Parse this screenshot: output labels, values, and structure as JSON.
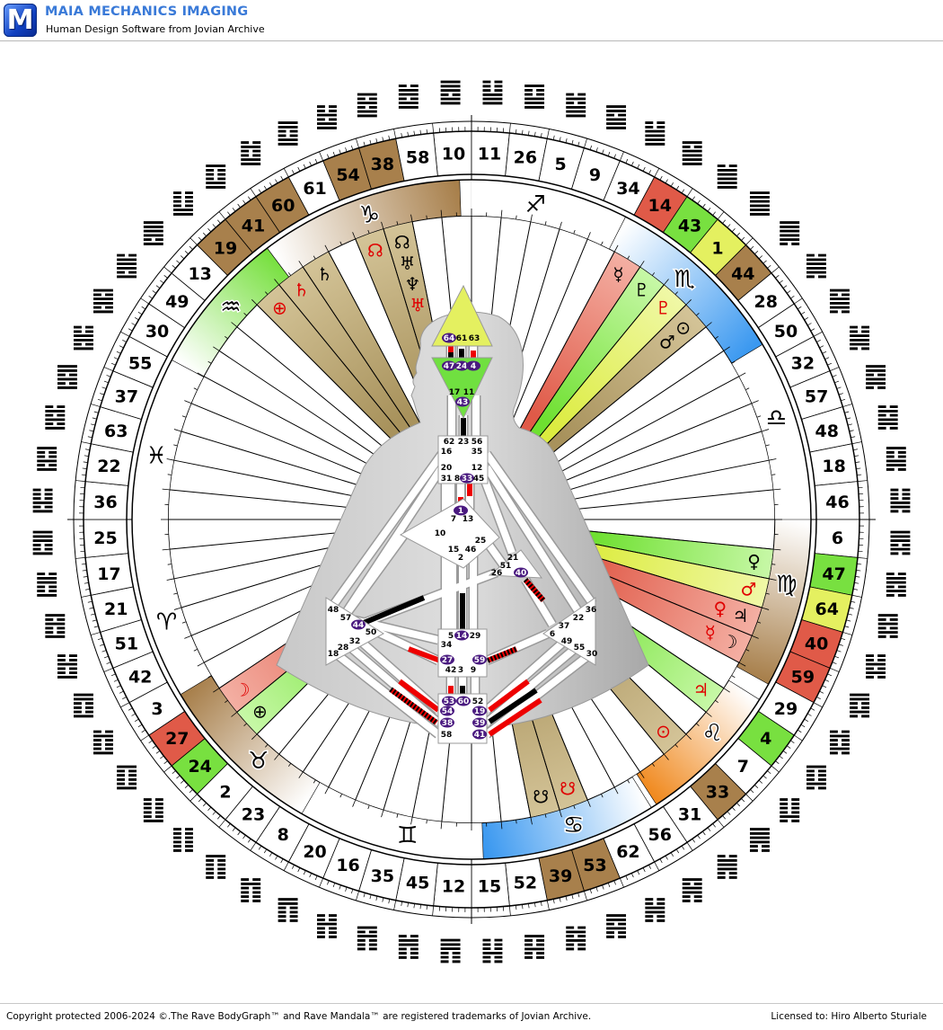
{
  "header": {
    "logo_letter": "M",
    "title": "MAIA MECHANICS IMAGING",
    "subtitle": "Human Design Software from Jovian Archive"
  },
  "footer": {
    "copyright": "Copyright protected 2006-2024 ©.The Rave BodyGraph™ and Rave Mandala™ are registered trademarks of Jovian Archive.",
    "licensed": "Licensed to: Hiro Alberto Sturiale"
  },
  "colors": {
    "red": "#e05a48",
    "green": "#78e040",
    "yellow": "#e4f060",
    "brown": "#a8804c",
    "tan": "#c2ae80",
    "purple": "#4a1a80",
    "blue": "#3a98f0",
    "orange": "#f08a20"
  },
  "mandala": {
    "gates": [
      {
        "n": 10
      },
      {
        "n": 11
      },
      {
        "n": 26
      },
      {
        "n": 5
      },
      {
        "n": 9
      },
      {
        "n": 34
      },
      {
        "n": 14,
        "c": "red"
      },
      {
        "n": 43,
        "c": "green"
      },
      {
        "n": 1,
        "c": "yellow"
      },
      {
        "n": 44,
        "c": "brown"
      },
      {
        "n": 28
      },
      {
        "n": 50
      },
      {
        "n": 32
      },
      {
        "n": 57
      },
      {
        "n": 48
      },
      {
        "n": 18
      },
      {
        "n": 46
      },
      {
        "n": 6
      },
      {
        "n": 47,
        "c": "green"
      },
      {
        "n": 64,
        "c": "yellow"
      },
      {
        "n": 40,
        "c": "red"
      },
      {
        "n": 59,
        "c": "red"
      },
      {
        "n": 29
      },
      {
        "n": 4,
        "c": "green"
      },
      {
        "n": 7
      },
      {
        "n": 33,
        "c": "brown"
      },
      {
        "n": 31
      },
      {
        "n": 56
      },
      {
        "n": 62
      },
      {
        "n": 53,
        "c": "brown"
      },
      {
        "n": 39,
        "c": "brown"
      },
      {
        "n": 52
      },
      {
        "n": 15
      },
      {
        "n": 12
      },
      {
        "n": 45
      },
      {
        "n": 35
      },
      {
        "n": 16
      },
      {
        "n": 20
      },
      {
        "n": 8
      },
      {
        "n": 23
      },
      {
        "n": 2
      },
      {
        "n": 24,
        "c": "green"
      },
      {
        "n": 27,
        "c": "red"
      },
      {
        "n": 3
      },
      {
        "n": 42
      },
      {
        "n": 51
      },
      {
        "n": 21
      },
      {
        "n": 17
      },
      {
        "n": 25
      },
      {
        "n": 36
      },
      {
        "n": 22
      },
      {
        "n": 63
      },
      {
        "n": 37
      },
      {
        "n": 55
      },
      {
        "n": 30
      },
      {
        "n": 49
      },
      {
        "n": 13
      },
      {
        "n": 19,
        "c": "brown"
      },
      {
        "n": 41,
        "c": "brown"
      },
      {
        "n": 60,
        "c": "brown"
      },
      {
        "n": 61
      },
      {
        "n": 54,
        "c": "brown"
      },
      {
        "n": 38,
        "c": "brown"
      },
      {
        "n": 58
      }
    ],
    "zodiac": [
      {
        "sign": "capricorn",
        "glyph": "♑"
      },
      {
        "sign": "sagittarius",
        "glyph": "♐"
      },
      {
        "sign": "scorpio",
        "glyph": "♏"
      },
      {
        "sign": "libra",
        "glyph": "♎"
      },
      {
        "sign": "virgo",
        "glyph": "♍"
      },
      {
        "sign": "leo",
        "glyph": "♌"
      },
      {
        "sign": "cancer",
        "glyph": "♋"
      },
      {
        "sign": "gemini",
        "glyph": "♊"
      },
      {
        "sign": "taurus",
        "glyph": "♉"
      },
      {
        "sign": "aries",
        "glyph": "♈"
      },
      {
        "sign": "pisces",
        "glyph": "♓"
      },
      {
        "sign": "aquarius",
        "glyph": "♒"
      }
    ],
    "wedges": [
      {
        "gate": 14,
        "c": "red",
        "planets": [
          {
            "g": "☿",
            "red": false
          }
        ]
      },
      {
        "gate": 43,
        "c": "green",
        "planets": [
          {
            "g": "♇",
            "red": false
          }
        ]
      },
      {
        "gate": 1,
        "c": "yellow",
        "planets": [
          {
            "g": "♇",
            "red": true
          }
        ]
      },
      {
        "gate": 44,
        "c": "tan",
        "planets": [
          {
            "g": "⊙",
            "red": false
          },
          {
            "g": "♂",
            "red": false
          }
        ]
      },
      {
        "gate": 47,
        "c": "green",
        "planets": [
          {
            "g": "♀",
            "red": false
          }
        ]
      },
      {
        "gate": 64,
        "c": "yellow",
        "planets": [
          {
            "g": "♂",
            "red": true
          }
        ]
      },
      {
        "gate": 40,
        "c": "red",
        "planets": [
          {
            "g": "♃",
            "red": false
          },
          {
            "g": "♀",
            "red": true
          }
        ]
      },
      {
        "gate": 59,
        "c": "red",
        "planets": [
          {
            "g": "☽",
            "red": false
          },
          {
            "g": "☿",
            "red": true
          }
        ]
      },
      {
        "gate": 4,
        "c": "green",
        "planets": [
          {
            "g": "♃",
            "red": true
          }
        ]
      },
      {
        "gate": 33,
        "c": "tan",
        "planets": [
          {
            "g": "⊙",
            "red": true
          }
        ]
      },
      {
        "gate": 53,
        "c": "tan",
        "planets": [
          {
            "g": "☋",
            "red": true
          }
        ]
      },
      {
        "gate": 39,
        "c": "tan",
        "planets": [
          {
            "g": "☋",
            "red": false
          }
        ]
      },
      {
        "gate": 24,
        "c": "green",
        "planets": [
          {
            "g": "⊕",
            "red": false
          }
        ]
      },
      {
        "gate": 27,
        "c": "red",
        "planets": [
          {
            "g": "☽",
            "red": true
          }
        ]
      },
      {
        "gate": 19,
        "c": "tan",
        "planets": [
          {
            "g": "⊕",
            "red": true
          }
        ]
      },
      {
        "gate": 41,
        "c": "tan",
        "planets": [
          {
            "g": "♄",
            "red": true
          }
        ]
      },
      {
        "gate": 60,
        "c": "tan",
        "planets": [
          {
            "g": "♄",
            "red": false
          }
        ]
      },
      {
        "gate": 54,
        "c": "tan",
        "planets": [
          {
            "g": "☊",
            "red": true
          }
        ]
      },
      {
        "gate": 38,
        "c": "tan",
        "planets": [
          {
            "g": "☊",
            "red": false
          },
          {
            "g": "♅",
            "red": false
          },
          {
            "g": "♆",
            "red": false
          },
          {
            "g": "♅",
            "red": true
          }
        ]
      }
    ]
  },
  "bodygraph": {
    "centers": {
      "head": {
        "defined": true,
        "color": "#e4f060"
      },
      "ajna": {
        "defined": true,
        "color": "#70e040"
      },
      "throat": {
        "defined": false
      },
      "g": {
        "defined": false
      },
      "heart": {
        "defined": false
      },
      "spleen": {
        "defined": false
      },
      "solar_plexus": {
        "defined": false
      },
      "sacral": {
        "defined": false
      },
      "root": {
        "defined": false
      }
    },
    "gate_labels": [
      {
        "n": "64",
        "a": true
      },
      {
        "n": "61"
      },
      {
        "n": "63"
      },
      {
        "n": "47",
        "a": true
      },
      {
        "n": "24",
        "a": true
      },
      {
        "n": "4",
        "a": true
      },
      {
        "n": "17"
      },
      {
        "n": "11"
      },
      {
        "n": "43",
        "a": true
      },
      {
        "n": "62"
      },
      {
        "n": "23"
      },
      {
        "n": "56"
      },
      {
        "n": "16"
      },
      {
        "n": "35"
      },
      {
        "n": "20"
      },
      {
        "n": "12"
      },
      {
        "n": "31"
      },
      {
        "n": "8"
      },
      {
        "n": "33",
        "a": true
      },
      {
        "n": "45"
      },
      {
        "n": "1",
        "a": true
      },
      {
        "n": "7"
      },
      {
        "n": "13"
      },
      {
        "n": "10"
      },
      {
        "n": "25"
      },
      {
        "n": "15"
      },
      {
        "n": "46"
      },
      {
        "n": "2"
      },
      {
        "n": "21"
      },
      {
        "n": "51"
      },
      {
        "n": "26"
      },
      {
        "n": "40",
        "a": true
      },
      {
        "n": "48"
      },
      {
        "n": "57"
      },
      {
        "n": "44",
        "a": true
      },
      {
        "n": "50"
      },
      {
        "n": "32"
      },
      {
        "n": "28"
      },
      {
        "n": "18"
      },
      {
        "n": "36"
      },
      {
        "n": "22"
      },
      {
        "n": "37"
      },
      {
        "n": "6"
      },
      {
        "n": "49"
      },
      {
        "n": "55"
      },
      {
        "n": "30"
      },
      {
        "n": "5"
      },
      {
        "n": "14",
        "a": true
      },
      {
        "n": "29"
      },
      {
        "n": "34"
      },
      {
        "n": "27",
        "a": true
      },
      {
        "n": "59",
        "a": true
      },
      {
        "n": "42"
      },
      {
        "n": "3"
      },
      {
        "n": "9"
      },
      {
        "n": "53",
        "a": true
      },
      {
        "n": "60",
        "a": true
      },
      {
        "n": "52"
      },
      {
        "n": "54",
        "a": true
      },
      {
        "n": "19",
        "a": true
      },
      {
        "n": "38",
        "a": true
      },
      {
        "n": "39",
        "a": true
      },
      {
        "n": "58"
      },
      {
        "n": "41",
        "a": true
      }
    ]
  }
}
